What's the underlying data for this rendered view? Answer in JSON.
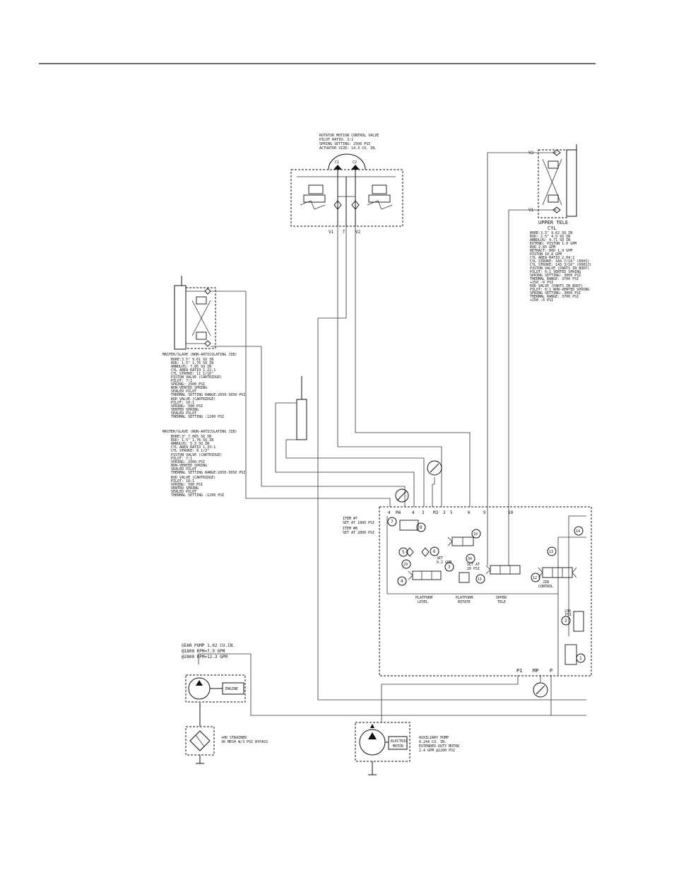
{
  "rotator": {
    "title_lines": [
      "ROTATOR MOTION CONTROL VALVE",
      "PILOT RATIO: 3:1",
      "SPRING SETTING: 2500 PSI",
      "ACTUATOR SIZE: 14.3 CU. IN."
    ],
    "ports_top": [
      "C1",
      "C2"
    ],
    "ports_bottom": [
      "V1",
      "T",
      "V2"
    ]
  },
  "upper_tele": {
    "ports": [
      "V2",
      "V1"
    ],
    "title": "UPPER TELE",
    "subtitle": "CYL",
    "spec_lines": [
      "BORE:3.5\" 9.62 SQ IN",
      "ROD: 2.5\" 4.9 SQ IN",
      "ANNULUS: 4.71 SQ IN",
      "EXTEND:  PISTON 1.0 GPM",
      "           ROD 2.85 GPM",
      "RETRACT: ROD 1.9 GPM",
      "           PISTON 10.8 GPM",
      "CYL  AREA RATIO 2.04:1",
      "CYL  STROKE: 166 7/16\" (600S)",
      "CYL  STROKE: 143 3/16\" (600SJ)",
      "PISTON VALVE (PARTS IN BODY)",
      "  PILOT: 6:1 VENTED SPRING",
      "  SPRING SETTING: 3000 PSI",
      "  THERMAL RANGE: 3700 PSI",
      "  +250 -0 PSI",
      "ROD VALVE (PARTS IN BODY)",
      "  PILOT: 6:1 NON-VENTED SPRING",
      "  SPRING SETTING: 3000 PSI",
      "  THERMAL RANGE: 3700 PSI",
      "  +250 -0 PSI"
    ]
  },
  "master_slave_1": {
    "spec_lines": [
      "MASTER/SLAVE (NON-ARTICULATING JIB)",
      "BORE:3.5\" 9.61 SQ IN",
      "ROD: 1.5\" 1.76 SQ IN",
      "ANNULUS: 7.85 SQ IN",
      "CYL  AREA RATIO 1.22:1",
      "CYL  STROKE: 11 1/16\"",
      "PISTON VALVE (CARTRIDGE)",
      "  PILOT: 7:1",
      "  SPRING: 2500 PSI",
      "  NON-VENTED SPRING",
      "  SEALED PILOT",
      "  THERMAL SETTING RANGE:2650-3650 PSI",
      "ROD VALVE (CARTRIDGE)",
      "  PILOT: 10:1",
      "  SPRING: 500 PSI",
      "  VENTED SPRING",
      "  SEALED PILOT",
      "  THERMAL SETTING :1200 PSI"
    ]
  },
  "master_slave_2": {
    "spec_lines": [
      "MASTER/SLAVE (NON-ARTICULATING JIB)",
      "BORE:3\" 7.065 SQ IN",
      "ROD: 1.5\" 1.76 SQ IN",
      "ANNULUS: 5.3 SQ IN",
      "CYL  AREA RATIO 1.33:1",
      "CYL  STROKE: 8 1/2\"",
      "PISTON VALVE (CARTRIDGE)",
      "  PILOT: 7:1",
      "  SPRING: 2500 PSI",
      "  NON-VENTED SPRING",
      "  SEALED PILOT",
      "  THERMAL SETTING RANGE:2650-3650 PSI",
      "ROD VALVE (CARTRIDGE)",
      "  PILOT: 10:1",
      "  SPRING: 500 PSI",
      "  VENTED SPRING",
      "  SEALED PILOT",
      "  THERMAL SETTING :1200 PSI"
    ]
  },
  "manifold": {
    "port_labels": [
      "4",
      "M4",
      "4",
      "3",
      "M3",
      "3",
      "5",
      "6",
      "9",
      "10"
    ],
    "relief_notes": [
      "ITEM #7",
      "SET AT 1800 PSI",
      "ITEM #8",
      "SET AT 2800 PSI"
    ],
    "set_note_1": [
      "SET",
      "0.2 GPM"
    ],
    "set_note_2": [
      "SET AT",
      "20 PSI"
    ],
    "item_numbers": [
      "7",
      "8",
      "5",
      "6",
      "29",
      "4",
      "3",
      "34",
      "10",
      "11",
      "14",
      "13",
      "12",
      "2",
      "1"
    ],
    "section_labels": [
      "PLATFORM",
      "LEVEL",
      "PLATFORM",
      "ROTATE",
      "UPPER",
      "TELE",
      "JIB",
      "CONTROL"
    ],
    "pressure_note": [
      "230",
      "PSI"
    ],
    "bottom_ports": [
      "P1",
      "MP",
      "P"
    ]
  },
  "gear_pump": {
    "spec_lines": [
      "GEAR PUMP 1.02 CU.IN.",
      "@1800 RPM=7.9 GPM",
      "@2800 RPM=12.3 GPM"
    ],
    "engine_label": "ENGINE"
  },
  "strainer": {
    "spec_lines": [
      "+HD STRAINER",
      "30 MESH W/3 PSI BYPASS"
    ]
  },
  "aux_pump": {
    "spec_lines": [
      "AUXILIARY PUMP",
      "0.244 CU. IN.",
      "EXTENDED DUTY MOTOR",
      "2.4 GPM @1200 PSI"
    ],
    "motor_label": [
      "ELECTRIC",
      "MOTOR"
    ]
  }
}
